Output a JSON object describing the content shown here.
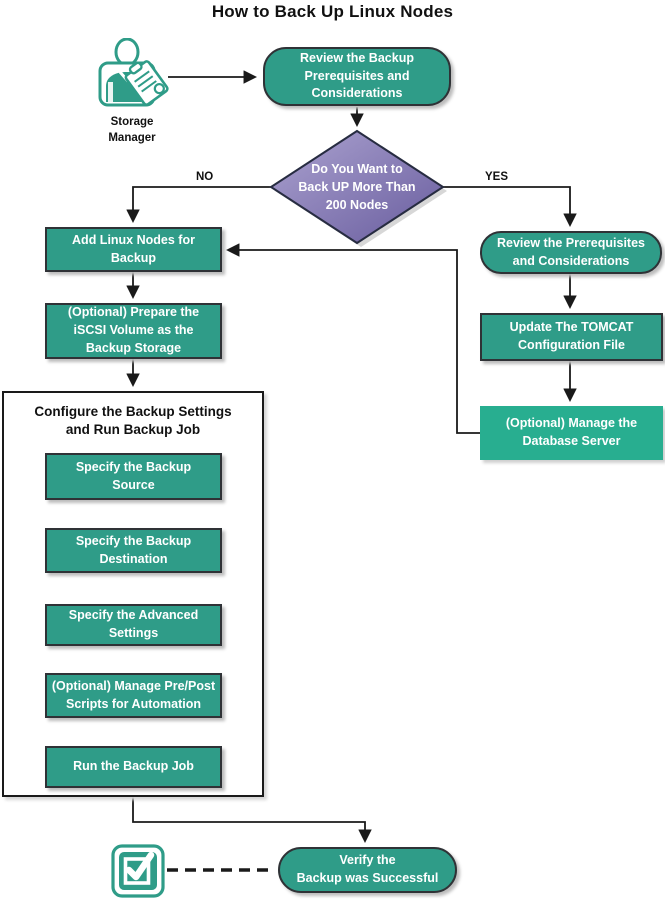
{
  "title": "How to Back Up Linux Nodes",
  "actor": {
    "label": "Storage\nManager"
  },
  "decision": {
    "label": "Do You Want to\nBack UP More Than\n200  Nodes",
    "no_label": "NO",
    "yes_label": "YES"
  },
  "container": {
    "title": "Configure the Backup Settings\nand Run Backup Job"
  },
  "nodes": {
    "review_backup": "Review the Backup\nPrerequisites and\nConsiderations",
    "add_linux": "Add Linux Nodes for\nBackup",
    "iscsi": "(Optional) Prepare the\niSCSI Volume as the\nBackup Storage",
    "review_prereq": "Review the Prerequisites\nand Considerations",
    "tomcat": "Update The TOMCAT\nConfiguration File",
    "database": "(Optional) Manage the\nDatabase Server",
    "source": "Specify the Backup\nSource",
    "destination": "Specify the Backup\nDestination",
    "advanced": "Specify the Advanced\nSettings",
    "prepost": "(Optional) Manage Pre/Post\nScripts for Automation",
    "run": "Run the Backup Job",
    "verify": "Verify the\nBackup was Successful"
  },
  "colors": {
    "teal": "#2F9C88",
    "teal_bright": "#28AE90",
    "purple_light": "#ACA3D0",
    "purple_dark": "#685C9E",
    "line": "#1a1a1a"
  }
}
